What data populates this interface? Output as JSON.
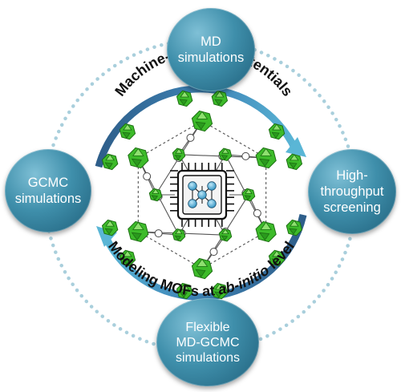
{
  "nodes": {
    "md": [
      "MD",
      "simulations"
    ],
    "ht": [
      "High-",
      "throughput",
      "screening"
    ],
    "gcmc": [
      "GCMC",
      "simulations"
    ],
    "flex": [
      "Flexible",
      "MD-GCMC",
      "simulations"
    ]
  },
  "arc_top_text": "Machine-Learned Potentials",
  "arc_bottom_text": {
    "part1": "Modeling  MOFs at ",
    "part2": "ab-initio",
    "part3": " level"
  },
  "colors": {
    "node_dark": "#1f5f7a",
    "node_light": "#7fc0d6",
    "ring_dots": "#a9cfdc",
    "arrow_dark": "#2e5e8a",
    "arrow_light": "#5ab6d6",
    "mof_green": "#3dbb2a",
    "chip_blue": "#3aa8d8"
  },
  "icons": [
    "mof-structure-icon",
    "processor-chip-icon",
    "cycle-arrow-icon"
  ]
}
